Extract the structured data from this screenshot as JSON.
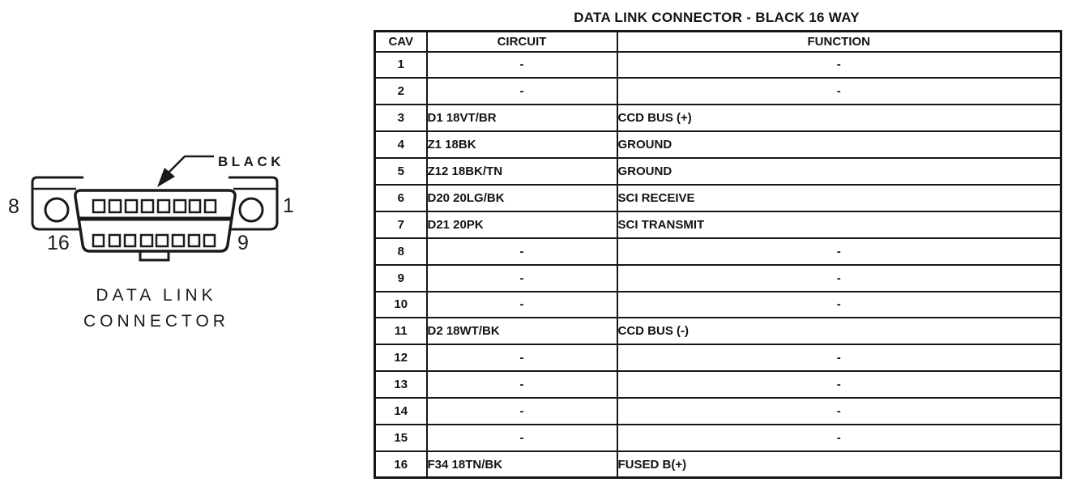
{
  "title": "DATA LINK CONNECTOR - BLACK 16 WAY",
  "diagram": {
    "color_label": "BLACK",
    "caption_line1": "DATA LINK",
    "caption_line2": "CONNECTOR",
    "pin_labels": {
      "top_left": "8",
      "top_right": "1",
      "bottom_left": "16",
      "bottom_right": "9"
    }
  },
  "table": {
    "headers": [
      "CAV",
      "CIRCUIT",
      "FUNCTION"
    ],
    "rows": [
      {
        "cav": "1",
        "circuit": "-",
        "function": "-"
      },
      {
        "cav": "2",
        "circuit": "-",
        "function": "-"
      },
      {
        "cav": "3",
        "circuit": "D1 18VT/BR",
        "function": "CCD BUS (+)"
      },
      {
        "cav": "4",
        "circuit": "Z1 18BK",
        "function": "GROUND"
      },
      {
        "cav": "5",
        "circuit": "Z12 18BK/TN",
        "function": "GROUND"
      },
      {
        "cav": "6",
        "circuit": "D20 20LG/BK",
        "function": "SCI RECEIVE"
      },
      {
        "cav": "7",
        "circuit": "D21 20PK",
        "function": "SCI TRANSMIT"
      },
      {
        "cav": "8",
        "circuit": "-",
        "function": "-"
      },
      {
        "cav": "9",
        "circuit": "-",
        "function": "-"
      },
      {
        "cav": "10",
        "circuit": "-",
        "function": "-"
      },
      {
        "cav": "11",
        "circuit": "D2 18WT/BK",
        "function": "CCD BUS (-)"
      },
      {
        "cav": "12",
        "circuit": "-",
        "function": "-"
      },
      {
        "cav": "13",
        "circuit": "-",
        "function": "-"
      },
      {
        "cav": "14",
        "circuit": "-",
        "function": "-"
      },
      {
        "cav": "15",
        "circuit": "-",
        "function": "-"
      },
      {
        "cav": "16",
        "circuit": "F34 18TN/BK",
        "function": "FUSED B(+)"
      }
    ]
  },
  "colors": {
    "ink": "#1a1a1a",
    "paper": "#ffffff"
  }
}
